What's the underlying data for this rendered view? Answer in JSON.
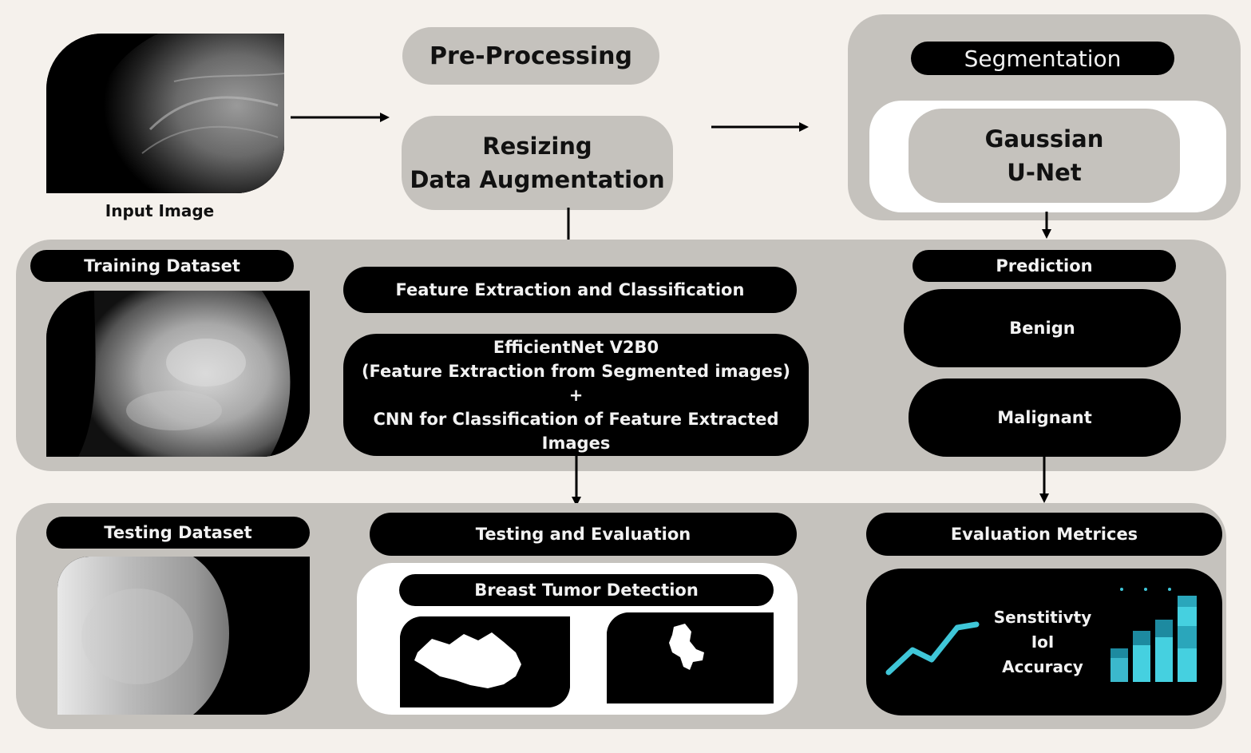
{
  "input": {
    "label": "Input Image"
  },
  "preprocessing": {
    "title": "Pre-Processing",
    "steps": "Resizing\nData Augmentation"
  },
  "segmentation": {
    "title": "Segmentation",
    "model": "Gaussian\nU-Net"
  },
  "training": {
    "dataset_label": "Training Dataset",
    "feature_title": "Feature Extraction and Classification",
    "model_line1": "EfficientNet V2B0",
    "model_line2": "(Feature Extraction from Segmented images)",
    "model_plus": "+",
    "model_line3": "CNN for Classification of Feature Extracted Images"
  },
  "prediction": {
    "title": "Prediction",
    "classes": [
      "Benign",
      "Malignant"
    ]
  },
  "testing": {
    "dataset_label": "Testing Dataset",
    "title": "Testing and  Evaluation",
    "detection_title": "Breast Tumor Detection"
  },
  "metrics": {
    "title": "Evaluation  Metrices",
    "items": [
      "Senstitivty",
      "IoI",
      "Accuracy"
    ]
  },
  "colors": {
    "background": "#f5f1ec",
    "panel": "#c5c2bd",
    "pill_black": "#000000",
    "chart_accent": "#3fc6d8"
  }
}
